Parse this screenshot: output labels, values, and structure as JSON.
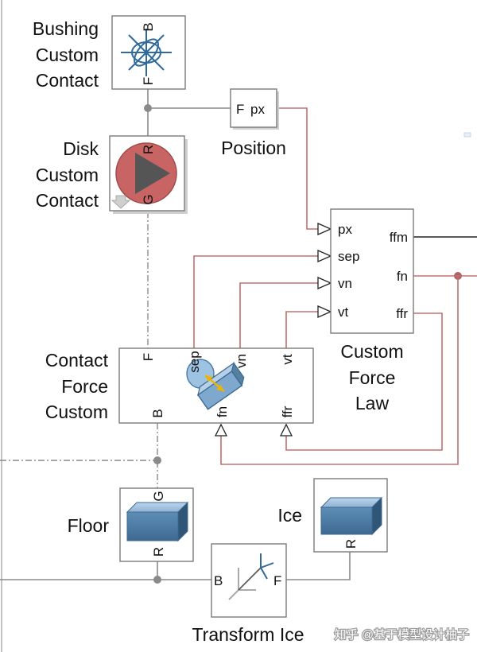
{
  "blocks": {
    "bushing": {
      "label_lines": [
        "Bushing",
        "Custom",
        "Contact"
      ],
      "port_top": "B",
      "port_bottom": "F"
    },
    "disk": {
      "label_lines": [
        "Disk",
        "Custom",
        "Contact"
      ],
      "port_top": "R",
      "port_bottom": "G"
    },
    "position": {
      "label": "Position",
      "port_f": "F",
      "port_px": "px"
    },
    "custom_force_law": {
      "label_lines": [
        "Custom",
        "Force",
        "Law"
      ],
      "inputs": [
        "px",
        "sep",
        "vn",
        "vt"
      ],
      "outputs": [
        "ffm",
        "fn",
        "ffr"
      ]
    },
    "contact_force": {
      "label_lines": [
        "Contact",
        "Force",
        "Custom"
      ],
      "port_f": "F",
      "port_sep": "sep",
      "port_vn": "vn",
      "port_vt": "vt",
      "port_b": "B",
      "port_fn": "fn",
      "port_ffr": "ffr"
    },
    "floor": {
      "label": "Floor",
      "port_top": "G",
      "port_bottom": "R"
    },
    "ice": {
      "label": "Ice",
      "port_bottom": "R"
    },
    "transform_ice": {
      "label": "Transform Ice",
      "port_b": "B",
      "port_f": "F"
    }
  },
  "watermark": "知乎 @基于模型设计柚子",
  "colors": {
    "signal_wire": "#c07070",
    "physical_wire": "#8a8a8a",
    "block_fill": "#5a8fb8",
    "disk_fill": "#c86464"
  }
}
